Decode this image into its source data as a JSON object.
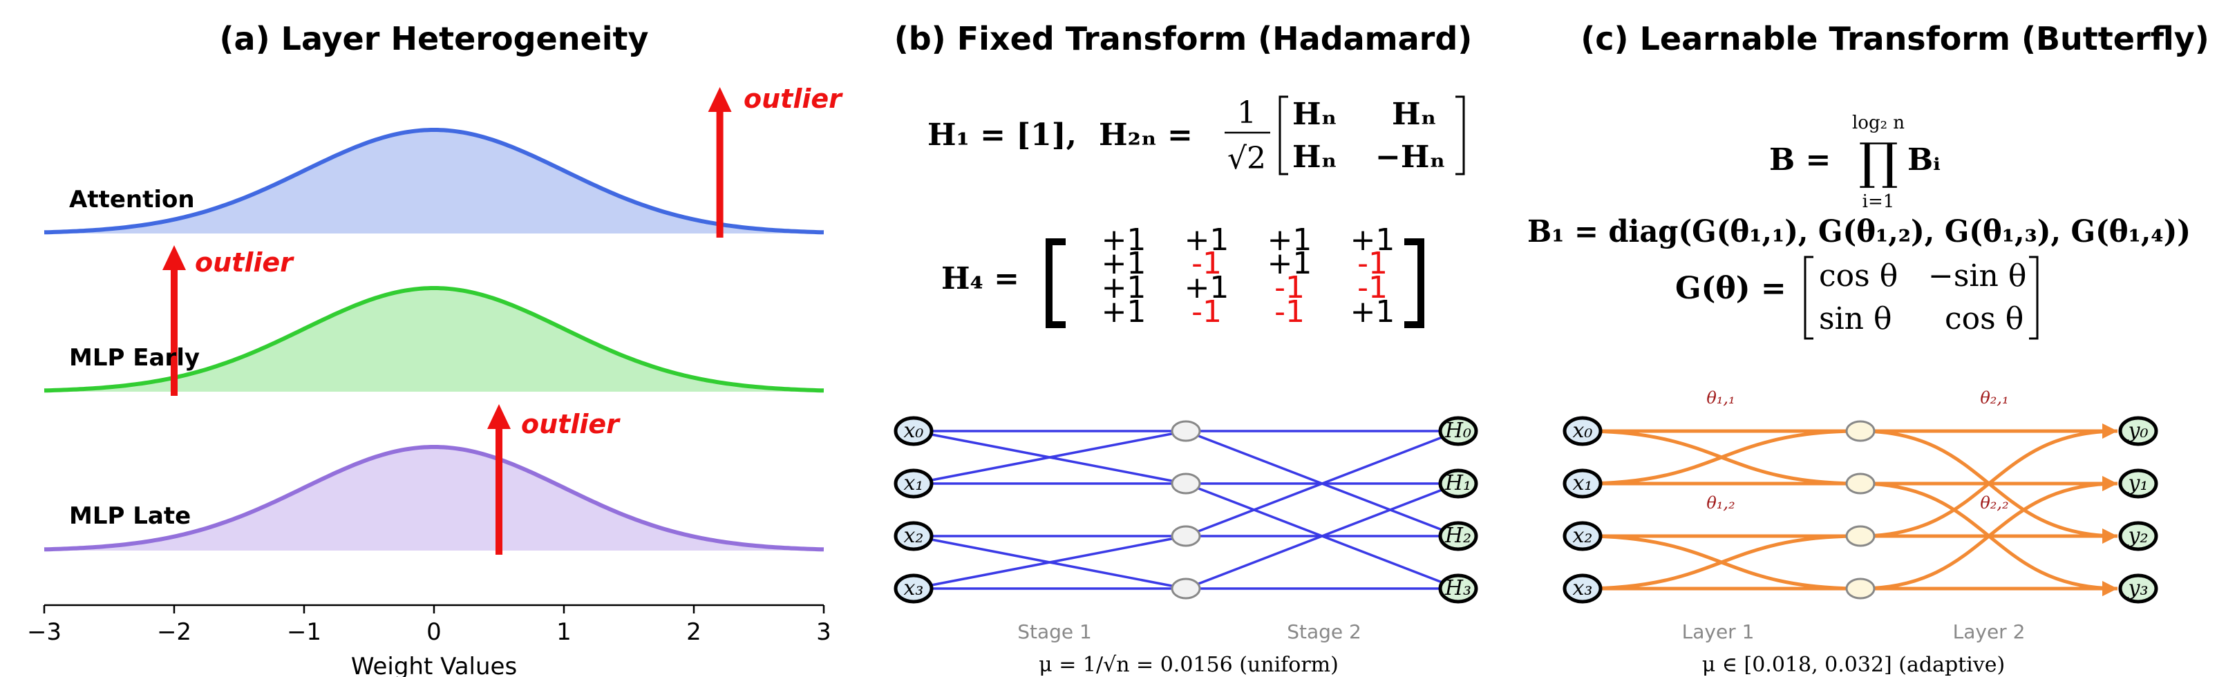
{
  "panels": {
    "a": {
      "title": "(a) Layer Heterogeneity",
      "xlabel": "Weight Values",
      "xticks": [
        "−3",
        "−2",
        "−1",
        "0",
        "1",
        "2",
        "3"
      ],
      "xlim": [
        -3,
        3
      ],
      "outlier_label": "outlier",
      "layers": [
        {
          "name": "Attention",
          "color": "#4169e1",
          "fill": "#c3d0f5",
          "outlier_x": 2.2
        },
        {
          "name": "MLP Early",
          "color": "#32cd32",
          "fill": "#c1f0c1",
          "outlier_x": -2.0
        },
        {
          "name": "MLP Late",
          "color": "#9370db",
          "fill": "#dfd3f5",
          "outlier_x": 0.5
        }
      ]
    },
    "b": {
      "title": "(b) Fixed Transform (Hadamard)",
      "formula_h1": "H₁ = [1],",
      "formula_h2n_lhs": "H₂ₙ =",
      "formula_h2n_num": "1",
      "formula_h2n_den": "√2",
      "matrix_top": [
        "Hₙ",
        "Hₙ"
      ],
      "matrix_bottom": [
        "Hₙ",
        "−Hₙ"
      ],
      "h4_lhs": "H₄ =",
      "h4_rows": [
        [
          "+1",
          "+1",
          "+1",
          "+1"
        ],
        [
          "+1",
          "-1",
          "+1",
          "-1"
        ],
        [
          "+1",
          "+1",
          "-1",
          "-1"
        ],
        [
          "+1",
          "-1",
          "-1",
          "+1"
        ]
      ],
      "inputs": [
        "x₀",
        "x₁",
        "x₂",
        "x₃"
      ],
      "outputs": [
        "H₀",
        "H₁",
        "H₂",
        "H₃"
      ],
      "stage1": "Stage 1",
      "stage2": "Stage 2",
      "coherence": "μ = 1/√n = 0.0156 (uniform)",
      "edge_color": "#3a3ae6"
    },
    "c": {
      "title": "(c) Learnable Transform (Butterfly)",
      "formula_b": "B =",
      "formula_b_rhs": "Bᵢ",
      "prod_top": "log₂ n",
      "prod_bottom": "i=1",
      "formula_b1": "B₁ = diag(G(θ₁,₁), G(θ₁,₂), G(θ₁,₃), G(θ₁,₄))",
      "formula_g": "G(θ) =",
      "g_rows": [
        [
          "cos θ",
          "−sin θ"
        ],
        [
          "sin θ",
          "cos θ"
        ]
      ],
      "inputs": [
        "x₀",
        "x₁",
        "x₂",
        "x₃"
      ],
      "outputs": [
        "y₀",
        "y₁",
        "y₂",
        "y₃"
      ],
      "theta_labels": [
        "θ₁,₁",
        "θ₁,₂",
        "θ₂,₁",
        "θ₂,₂"
      ],
      "layer1": "Layer 1",
      "layer2": "Layer 2",
      "coherence": "μ ∈ [0.018, 0.032] (adaptive)",
      "edge_color": "#f28a34"
    }
  }
}
